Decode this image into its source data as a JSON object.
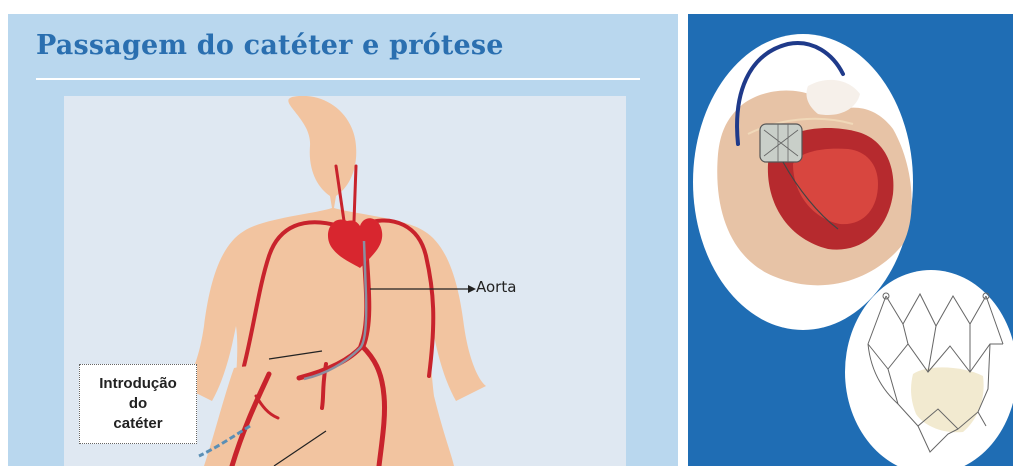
{
  "slide": {
    "title": "Passagem do catéter e prótese"
  },
  "figure": {
    "aorta_label": "Aorta",
    "callout_lines": [
      "Introdução",
      "do",
      "catéter"
    ]
  },
  "colors": {
    "panel_light_blue": "#b9d7ee",
    "panel_dark_blue": "#1f6db4",
    "title_blue": "#2a6fb0",
    "skin": "#f2c4a0",
    "artery_red": "#c8232c",
    "heart_red": "#d8262f"
  }
}
